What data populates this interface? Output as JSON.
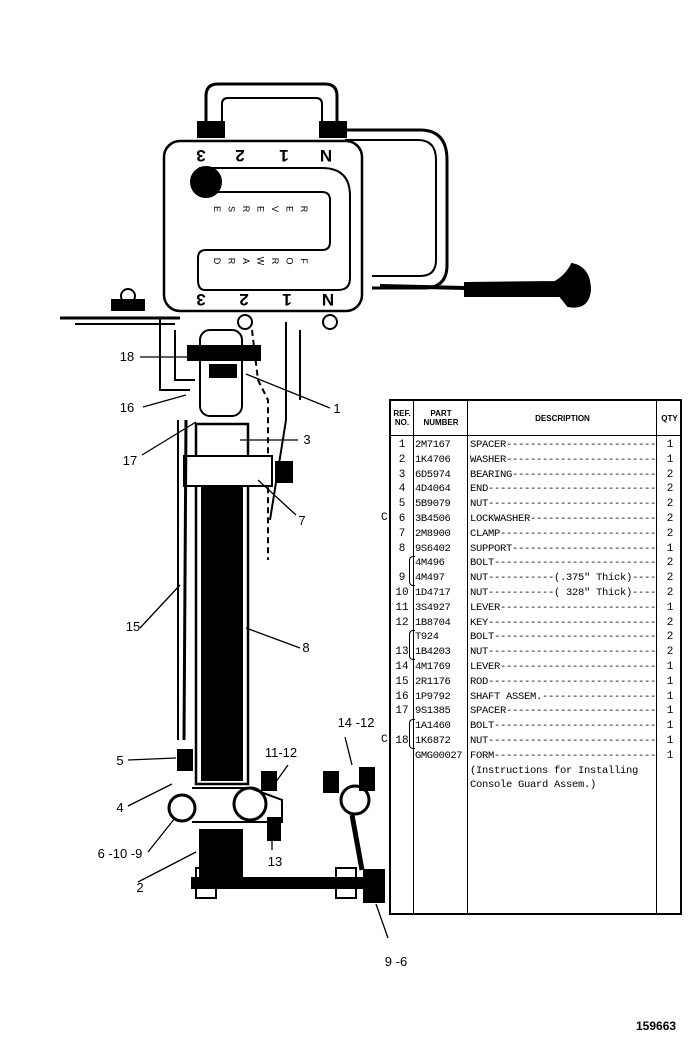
{
  "callouts": [
    "18",
    "16",
    "17",
    "1",
    "3",
    "7",
    "15",
    "8",
    "5",
    "4",
    "6 -10 -9",
    "2",
    "11-12",
    "13",
    "14 -12",
    "9 -6"
  ],
  "plate": {
    "top_numbers": [
      "3",
      "2",
      "1",
      "N"
    ],
    "bottom_numbers": [
      "3",
      "2",
      "1",
      "N"
    ],
    "reverse_letters": [
      "R",
      "E",
      "V",
      "E",
      "R",
      "S",
      "E"
    ],
    "forward_letters": [
      "F",
      "O",
      "R",
      "W",
      "A",
      "R",
      "D"
    ]
  },
  "parts_table": {
    "headers": {
      "ref": "REF. NO.",
      "part": "PART NUMBER",
      "desc": "DESCRIPTION",
      "qty": "QTY"
    },
    "rows": [
      {
        "ref": "1",
        "part": "2M7167",
        "desc": "SPACER-----------------------------",
        "qty": "1"
      },
      {
        "ref": "2",
        "part": "1K4706",
        "desc": "WASHER-----------------------------",
        "qty": "1"
      },
      {
        "ref": "3",
        "part": "6D5974",
        "desc": "BEARING----------------------------",
        "qty": "2"
      },
      {
        "ref": "4",
        "part": "4D4064",
        "desc": "END--------------------------------",
        "qty": "2"
      },
      {
        "ref": "5",
        "part": "5B9079",
        "desc": "NUT--------------------------------",
        "qty": "2"
      },
      {
        "ref": "6",
        "part": "3B4506",
        "desc": "LOCKWASHER-------------------------",
        "qty": "2"
      },
      {
        "ref": "7",
        "part": "2M8900",
        "desc": "CLAMP------------------------------",
        "qty": "2"
      },
      {
        "ref": "8",
        "part": "9S6402",
        "desc": "SUPPORT----------------------------",
        "qty": "1"
      },
      {
        "ref": "",
        "part": "4M496",
        "desc": "BOLT-------------------------------",
        "qty": "2"
      },
      {
        "ref": "9",
        "part": "4M497",
        "desc": "NUT-----------(.375\" Thick)-------",
        "qty": "2"
      },
      {
        "ref": "10",
        "part": "1D4717",
        "desc": "NUT-----------( 328\" Thick)-------",
        "qty": "2"
      },
      {
        "ref": "11",
        "part": "3S4927",
        "desc": "LEVER------------------------------",
        "qty": "1"
      },
      {
        "ref": "12",
        "part": "1B8704",
        "desc": "KEY--------------------------------",
        "qty": "2"
      },
      {
        "ref": "",
        "part": "T924",
        "desc": "BOLT-------------------------------",
        "qty": "2"
      },
      {
        "ref": "13",
        "part": "1B4203",
        "desc": "NUT--------------------------------",
        "qty": "2"
      },
      {
        "ref": "14",
        "part": "4M1769",
        "desc": "LEVER------------------------------",
        "qty": "1"
      },
      {
        "ref": "15",
        "part": "2R1176",
        "desc": "ROD--------------------------------",
        "qty": "1"
      },
      {
        "ref": "16",
        "part": "1P9792",
        "desc": "SHAFT ASSEM.-----------------------",
        "qty": "1"
      },
      {
        "ref": "17",
        "part": "9S1385",
        "desc": "SPACER-----------------------------",
        "qty": "1"
      },
      {
        "ref": "",
        "part": "1A1460",
        "desc": "BOLT-------------------------------",
        "qty": "1"
      },
      {
        "ref": "18",
        "part": "1K6872",
        "desc": "NUT--------------------------------",
        "qty": "1"
      },
      {
        "ref": "",
        "part": "GMG00027",
        "desc": "FORM-------------------------------",
        "qty": "1"
      },
      {
        "ref": "",
        "part": "",
        "desc": "(Instructions for Installing",
        "qty": ""
      },
      {
        "ref": "",
        "part": "",
        "desc": "        Console Guard Assem.)",
        "qty": ""
      }
    ],
    "c_markers": [
      "C",
      "C"
    ]
  },
  "plate_number": "159663"
}
